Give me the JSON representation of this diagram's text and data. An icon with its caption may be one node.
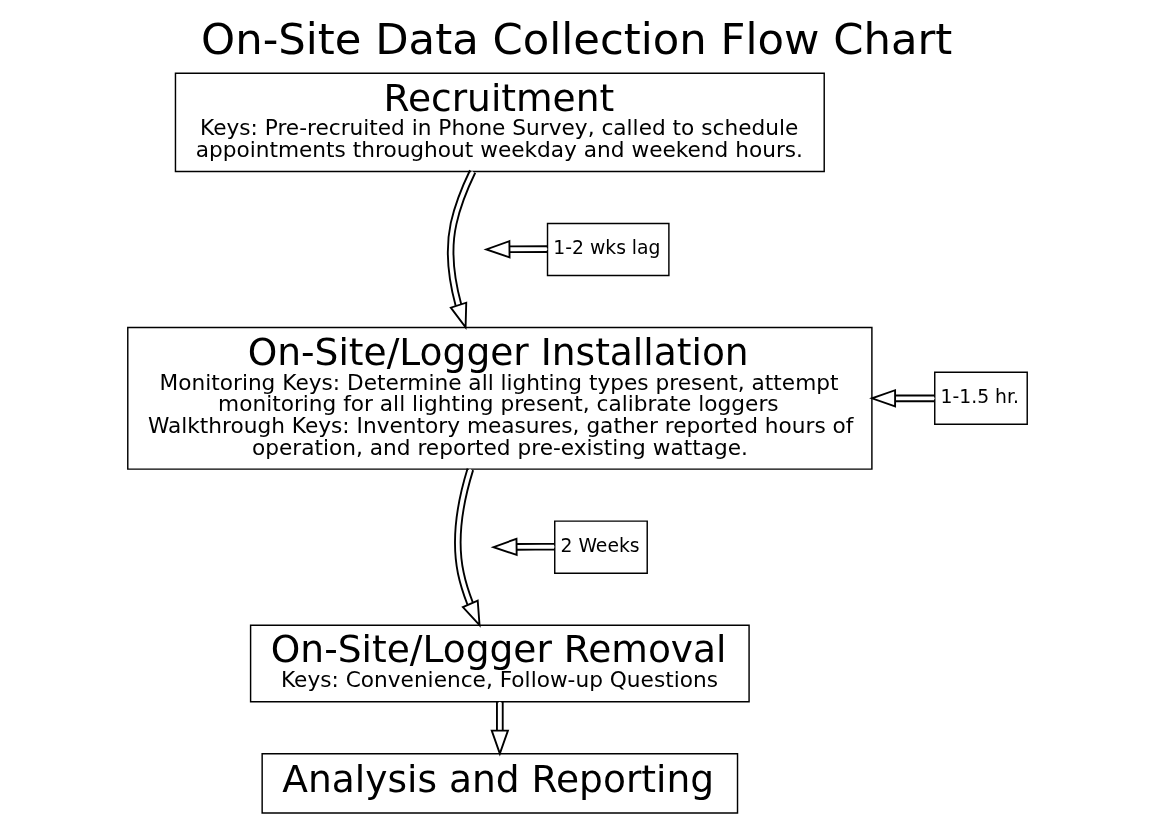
{
  "diagram": {
    "title": "On-Site Data Collection Flow Chart",
    "nodes": [
      {
        "text": [
          "Recruitment",
          "Keys: Pre-recruited in Phone Survey, called to schedule appointments throughout weekday and weekend hours."
        ]
      },
      {
        "text": [
          "1-2 wks lag"
        ]
      },
      {
        "text": [
          "On-Site/Logger Installation",
          "Monitoring Keys: Determine all lighting types present, attempt monitoring for all lighting present, calibrate loggers",
          "Walkthrough Keys: Inventory measures, gather reported hours of operation, and reported pre-existing wattage."
        ]
      },
      {
        "text": [
          "1-1.5 hr."
        ]
      },
      {
        "text": [
          "On-Site/Logger Removal",
          "Keys: Convenience, Follow-up Questions"
        ]
      },
      {
        "text": [
          "2 Weeks"
        ]
      },
      {
        "text": [
          "Analysis and Reporting"
        ]
      }
    ],
    "edges": [
      {
        "from": 0,
        "to": 2,
        "arrow": "to"
      },
      {
        "from": 1,
        "to": null,
        "arrow": "to"
      },
      {
        "from": 3,
        "to": 2,
        "arrow": "to"
      },
      {
        "from": 2,
        "to": 4,
        "arrow": "to"
      },
      {
        "from": 5,
        "to": null,
        "arrow": "to"
      },
      {
        "from": 4,
        "to": 6,
        "arrow": "to"
      }
    ]
  }
}
